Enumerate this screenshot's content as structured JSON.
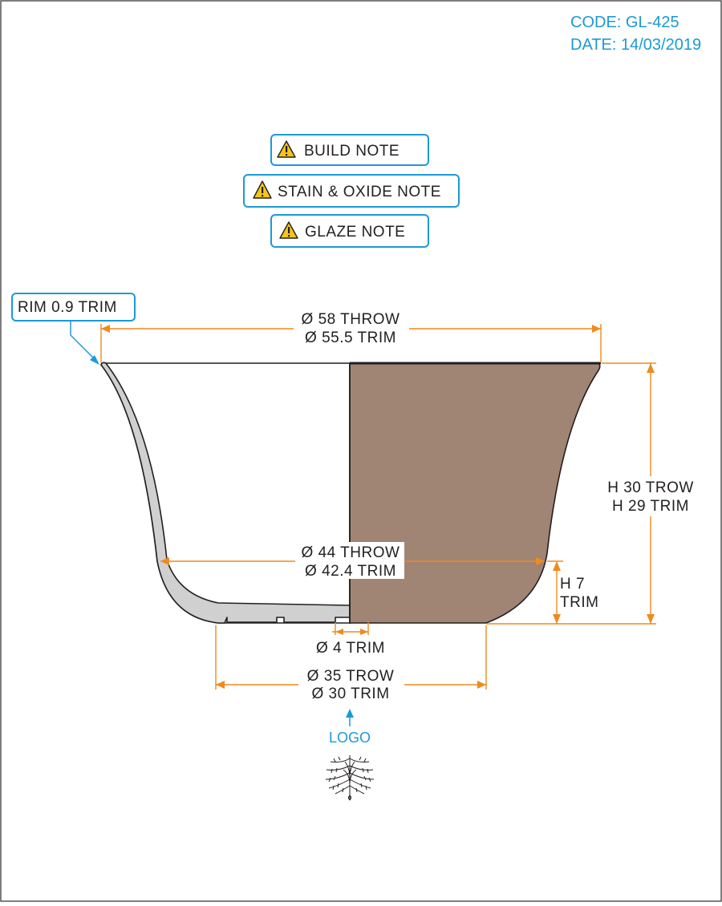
{
  "header": {
    "code": "CODE: GL-425",
    "date": "DATE: 14/03/2019"
  },
  "notes": [
    {
      "label": "BUILD NOTE",
      "icon": "warning-icon"
    },
    {
      "label": "STAIN & OXIDE NOTE",
      "icon": "warning-icon"
    },
    {
      "label": "GLAZE NOTE",
      "icon": "warning-icon"
    }
  ],
  "callouts": {
    "rim": "RIM 0.9 TRIM",
    "logo": "LOGO"
  },
  "dimensions": {
    "top_diameter_throw": "Ø 58 THROW",
    "top_diameter_trim": "Ø 55.5 TRIM",
    "height_throw": "H 30 TROW",
    "height_trim": "H 29 TRIM",
    "mid_diameter_throw": "Ø 44 THROW",
    "mid_diameter_trim": "Ø 42.4 TRIM",
    "foot_height_label": "H 7",
    "foot_height_trim": "TRIM",
    "foot_hole": "Ø 4 TRIM",
    "base_diameter_throw": "Ø 35 TROW",
    "base_diameter_trim": "Ø 30 TRIM"
  },
  "colors": {
    "dimension": "#f08a1c",
    "callout": "#1b9ad6",
    "clay_exterior": "#a08474",
    "wall_section": "#d0d0d0",
    "outline": "#231f20"
  }
}
